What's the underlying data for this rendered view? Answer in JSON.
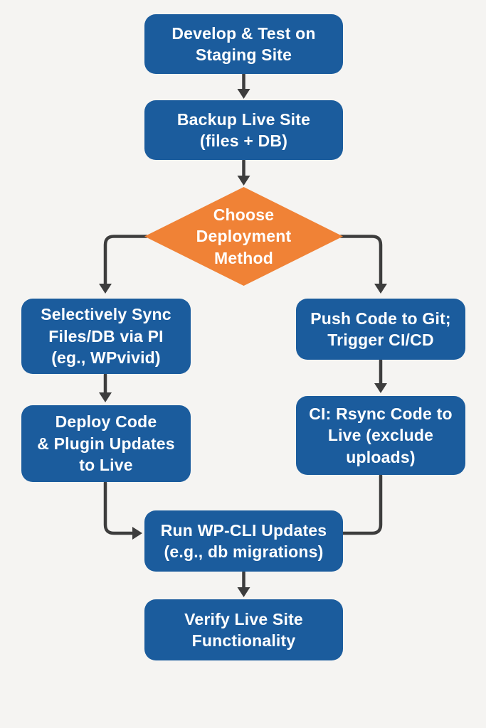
{
  "colors": {
    "background": "#f5f4f2",
    "process_fill": "#1b5c9d",
    "decision_fill": "#f08236",
    "connector": "#3d3d3d",
    "label_text": "#ffffff"
  },
  "flowchart": {
    "nodes": {
      "develop": {
        "type": "process",
        "label": "Develop & Test on\nStaging Site"
      },
      "backup": {
        "type": "process",
        "label": "Backup Live Site\n(files + DB)"
      },
      "decision": {
        "type": "decision",
        "label": "Choose\nDeployment\nMethod"
      },
      "sync": {
        "type": "process",
        "label": "Selectively Sync\nFiles/DB via PI\n(eg., WPvivid)"
      },
      "push": {
        "type": "process",
        "label": "Push Code to Git;\nTrigger CI/CD"
      },
      "deploy": {
        "type": "process",
        "label": "Deploy Code\n& Plugin Updates\nto Live"
      },
      "rsync": {
        "type": "process",
        "label": "CI: Rsync Code to\nLive (exclude\nuploads)"
      },
      "wpcli": {
        "type": "process",
        "label": "Run WP-CLI Updates\n(e.g., db migrations)"
      },
      "verify": {
        "type": "process",
        "label": "Verify Live Site\nFunctionality"
      }
    },
    "edges": [
      {
        "from": "develop",
        "to": "backup"
      },
      {
        "from": "backup",
        "to": "decision"
      },
      {
        "from": "decision",
        "to": "sync",
        "branch": "left"
      },
      {
        "from": "decision",
        "to": "push",
        "branch": "right"
      },
      {
        "from": "sync",
        "to": "deploy"
      },
      {
        "from": "push",
        "to": "rsync"
      },
      {
        "from": "deploy",
        "to": "wpcli"
      },
      {
        "from": "rsync",
        "to": "wpcli"
      },
      {
        "from": "wpcli",
        "to": "verify"
      }
    ]
  }
}
